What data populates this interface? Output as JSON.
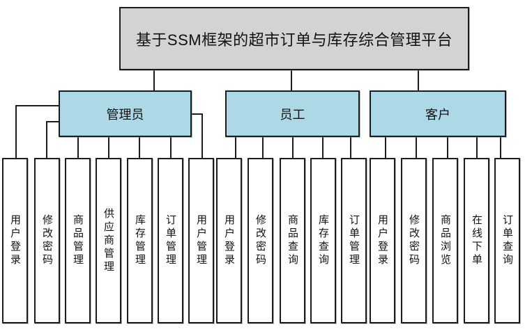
{
  "title": "基于SSM框架的超市订单与库存综合管理平台",
  "diagram_type": "hierarchy",
  "roles": [
    {
      "label": "管理员",
      "functions": [
        "用户登录",
        "修改密码",
        "商品管理",
        "供应商管理",
        "库存管理",
        "订单管理",
        "用户管理"
      ]
    },
    {
      "label": "员工",
      "functions": [
        "用户登录",
        "修改密码",
        "商品查询",
        "库存查询",
        "订单管理"
      ]
    },
    {
      "label": "客户",
      "functions": [
        "用户登录",
        "修改密码",
        "商品浏览",
        "在线下单",
        "订单查询"
      ]
    }
  ],
  "colors": {
    "root_fill": "#d3d3d3",
    "role_fill": "#add8e6",
    "leaf_fill": "#ffffff",
    "line": "#1c1c1c",
    "border": "#1c1c1c"
  }
}
